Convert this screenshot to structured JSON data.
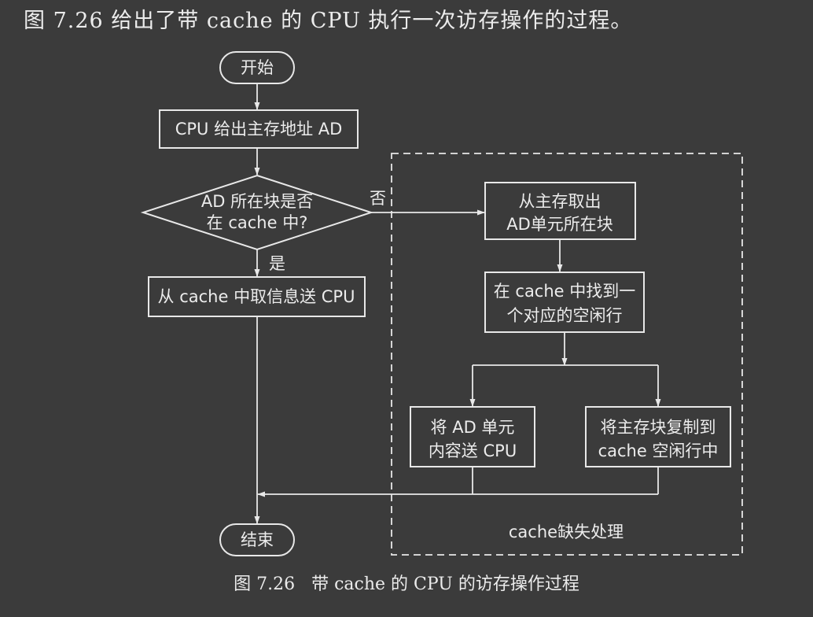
{
  "intro_text": "图 7.26 给出了带 cache 的 CPU 执行一次访存操作的过程。",
  "caption": "图 7.26   带 cache 的 CPU 的访存操作过程",
  "nodes": {
    "start": "开始",
    "cpu_address": "CPU 给出主存地址 AD",
    "decision_line1": "AD 所在块是否",
    "decision_line2": "在 cache 中?",
    "hit_action": "从 cache 中取信息送 CPU",
    "fetch_line1": "从主存取出",
    "fetch_line2": "AD单元所在块",
    "find_line1": "在 cache 中找到一",
    "find_line2": "个对应的空闲行",
    "send_line1": "将 AD 单元",
    "send_line2": "内容送 CPU",
    "copy_line1": "将主存块复制到",
    "copy_line2": "cache 空闲行中",
    "end": "结束"
  },
  "labels": {
    "no": "否",
    "yes": "是",
    "miss_region": "cache缺失处理"
  }
}
